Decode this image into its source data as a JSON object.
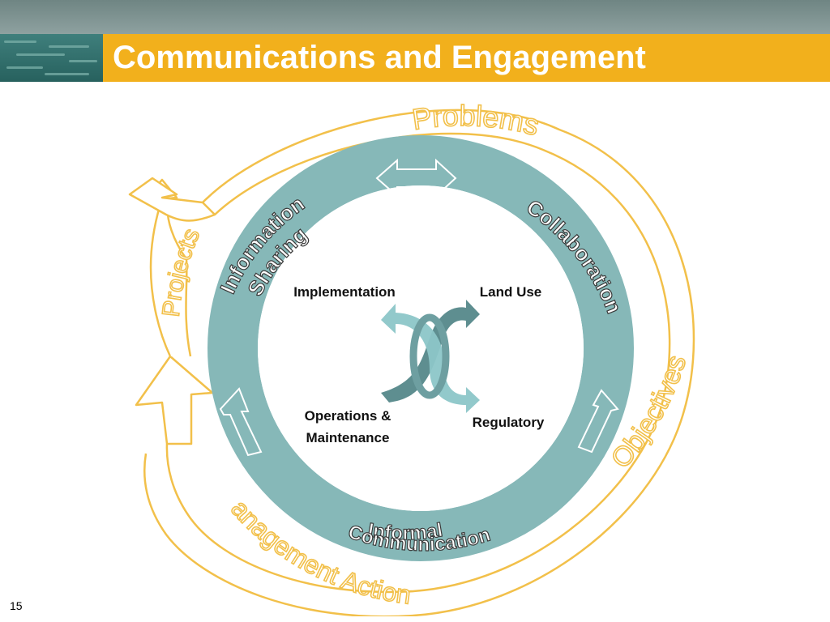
{
  "slide": {
    "title": "Communications and Engagement",
    "page_number": "15"
  },
  "cycle": {
    "outer_labels": [
      "Problems",
      "Objectives",
      "Management Actions",
      "Projects"
    ],
    "ring_labels": {
      "information_sharing_line1": "Information",
      "information_sharing_line2": "Sharing",
      "collaboration": "Collaboration",
      "informal_line1": "Informal",
      "informal_line2": "Communication"
    },
    "center_labels": {
      "implementation": "Implementation",
      "land_use": "Land Use",
      "operations_line1": "Operations &",
      "operations_line2": "Maintenance",
      "regulatory": "Regulatory"
    }
  },
  "colors": {
    "title_bar": "#f2b01c",
    "outer_arrow": "#f2c04a",
    "ring": "#86b8b8",
    "dark_teal": "#5e8e90",
    "light_teal": "#8cc6c8"
  }
}
